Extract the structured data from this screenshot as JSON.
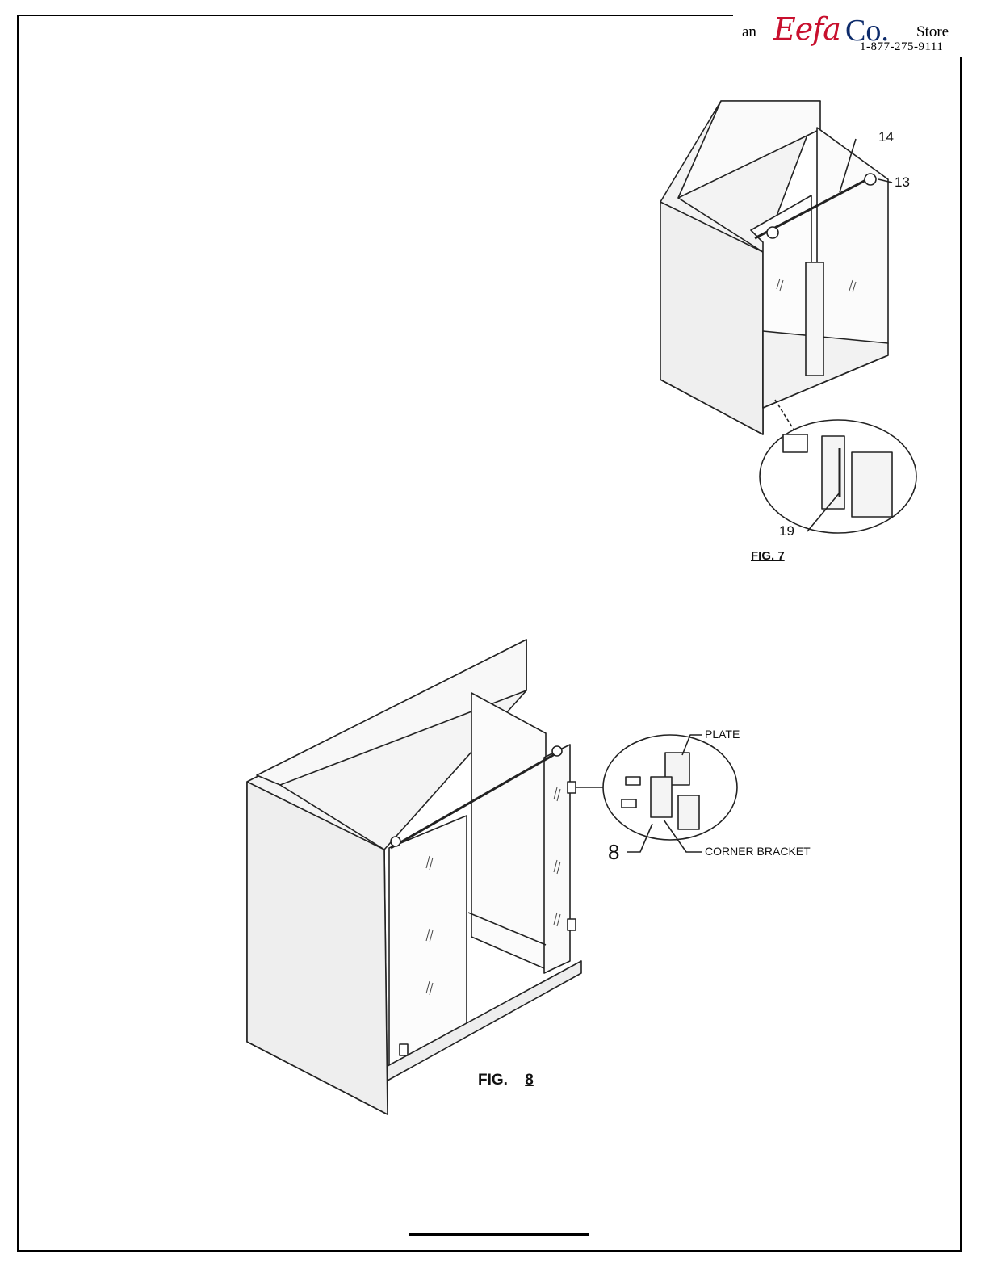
{
  "brand": {
    "prefix": "an",
    "name_script": "Eefa",
    "name_suffix": "Co.",
    "suffix": "Store",
    "phone": "1-877-275-9111"
  },
  "fig7": {
    "caption": "FIG. 7",
    "callouts": [
      "14",
      "13",
      "19"
    ]
  },
  "fig8": {
    "caption_prefix": "FIG.",
    "caption_number": "8",
    "callout_number": "8",
    "plate_label": "PLATE",
    "corner_bracket_label": "CORNER BRACKET"
  }
}
